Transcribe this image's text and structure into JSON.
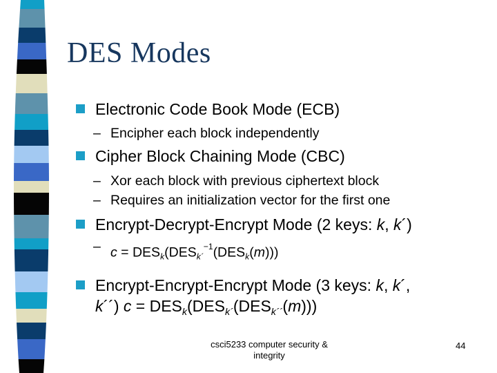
{
  "slide": {
    "title": "DES Modes",
    "colors": {
      "title": "#17375E",
      "body_text": "#000000",
      "bullet_square": "#1C9EC7",
      "background": "#FFFFFF"
    },
    "sub_dash": "–",
    "bullets": [
      {
        "type": "main",
        "lines": [
          [
            {
              "t": "Electronic Code Book Mode (ECB)"
            }
          ]
        ]
      },
      {
        "type": "sub",
        "lines": [
          [
            {
              "t": "Encipher each block independently"
            }
          ]
        ]
      },
      {
        "type": "main",
        "lines": [
          [
            {
              "t": "Cipher Block Chaining Mode (CBC)"
            }
          ]
        ]
      },
      {
        "type": "sub",
        "lines": [
          [
            {
              "t": "Xor each block with previous ciphertext block"
            }
          ]
        ]
      },
      {
        "type": "sub",
        "lines": [
          [
            {
              "t": "Requires an initialization vector for the first one"
            }
          ]
        ]
      },
      {
        "type": "main",
        "lines": [
          [
            {
              "t": "Encrypt-Decrypt-Encrypt Mode (2 keys: "
            },
            {
              "t": "k",
              "s": "i"
            },
            {
              "t": ", "
            },
            {
              "t": "k",
              "s": "i"
            },
            {
              "t": "´)"
            }
          ]
        ]
      },
      {
        "type": "sub",
        "lines": [
          [
            {
              "t": "c",
              "s": "i"
            },
            {
              "t": " = DES"
            },
            {
              "t": "k",
              "s": "subi"
            },
            {
              "t": "(DES"
            },
            {
              "t": "k´",
              "s": "subi"
            },
            {
              "t": "−1",
              "s": "sup"
            },
            {
              "t": "(DES"
            },
            {
              "t": "k",
              "s": "subi"
            },
            {
              "t": "("
            },
            {
              "t": "m",
              "s": "i"
            },
            {
              "t": ")))"
            }
          ]
        ]
      },
      {
        "type": "main",
        "lines": [
          [
            {
              "t": "Encrypt-Encrypt-Encrypt Mode (3 keys: "
            },
            {
              "t": "k",
              "s": "i"
            },
            {
              "t": ", "
            },
            {
              "t": "k",
              "s": "i"
            },
            {
              "t": "´,"
            }
          ],
          [
            {
              "t": "k",
              "s": "i"
            },
            {
              "t": "´´) "
            },
            {
              "t": "c",
              "s": "i"
            },
            {
              "t": " = DES"
            },
            {
              "t": "k",
              "s": "subi"
            },
            {
              "t": "(DES"
            },
            {
              "t": "k´",
              "s": "subi"
            },
            {
              "t": "(DES"
            },
            {
              "t": "k´´",
              "s": "subi"
            },
            {
              "t": "("
            },
            {
              "t": "m",
              "s": "i"
            },
            {
              "t": ")))"
            }
          ]
        ]
      }
    ],
    "footer": {
      "line1": "csci5233 computer security &",
      "line2": "integrity",
      "page_number": "44"
    },
    "stripe": {
      "colors": {
        "cyan": "#119FC7",
        "steel": "#5E92AB",
        "navy": "#0A3C6B",
        "royal": "#3A68C6",
        "black": "#050505",
        "cream": "#E1DEBB",
        "lightblue": "#A3C9F2"
      },
      "segments": [
        [
          "cyan",
          0,
          13
        ],
        [
          "steel",
          13,
          40
        ],
        [
          "navy",
          40,
          62
        ],
        [
          "royal",
          62,
          86
        ],
        [
          "black",
          86,
          107
        ],
        [
          "cream",
          107,
          135
        ],
        [
          "steel",
          135,
          165
        ],
        [
          "cyan",
          165,
          188
        ],
        [
          "navy",
          188,
          211
        ],
        [
          "lightblue",
          211,
          236
        ],
        [
          "royal",
          236,
          262
        ],
        [
          "cream",
          262,
          279
        ],
        [
          "black",
          279,
          311
        ],
        [
          "steel",
          311,
          345
        ],
        [
          "cyan",
          345,
          361
        ],
        [
          "navy",
          361,
          393
        ],
        [
          "lightblue",
          393,
          423
        ],
        [
          "cyan",
          423,
          447
        ],
        [
          "cream",
          447,
          467
        ],
        [
          "navy",
          467,
          491
        ],
        [
          "royal",
          491,
          520
        ],
        [
          "black",
          520,
          540
        ]
      ]
    }
  }
}
